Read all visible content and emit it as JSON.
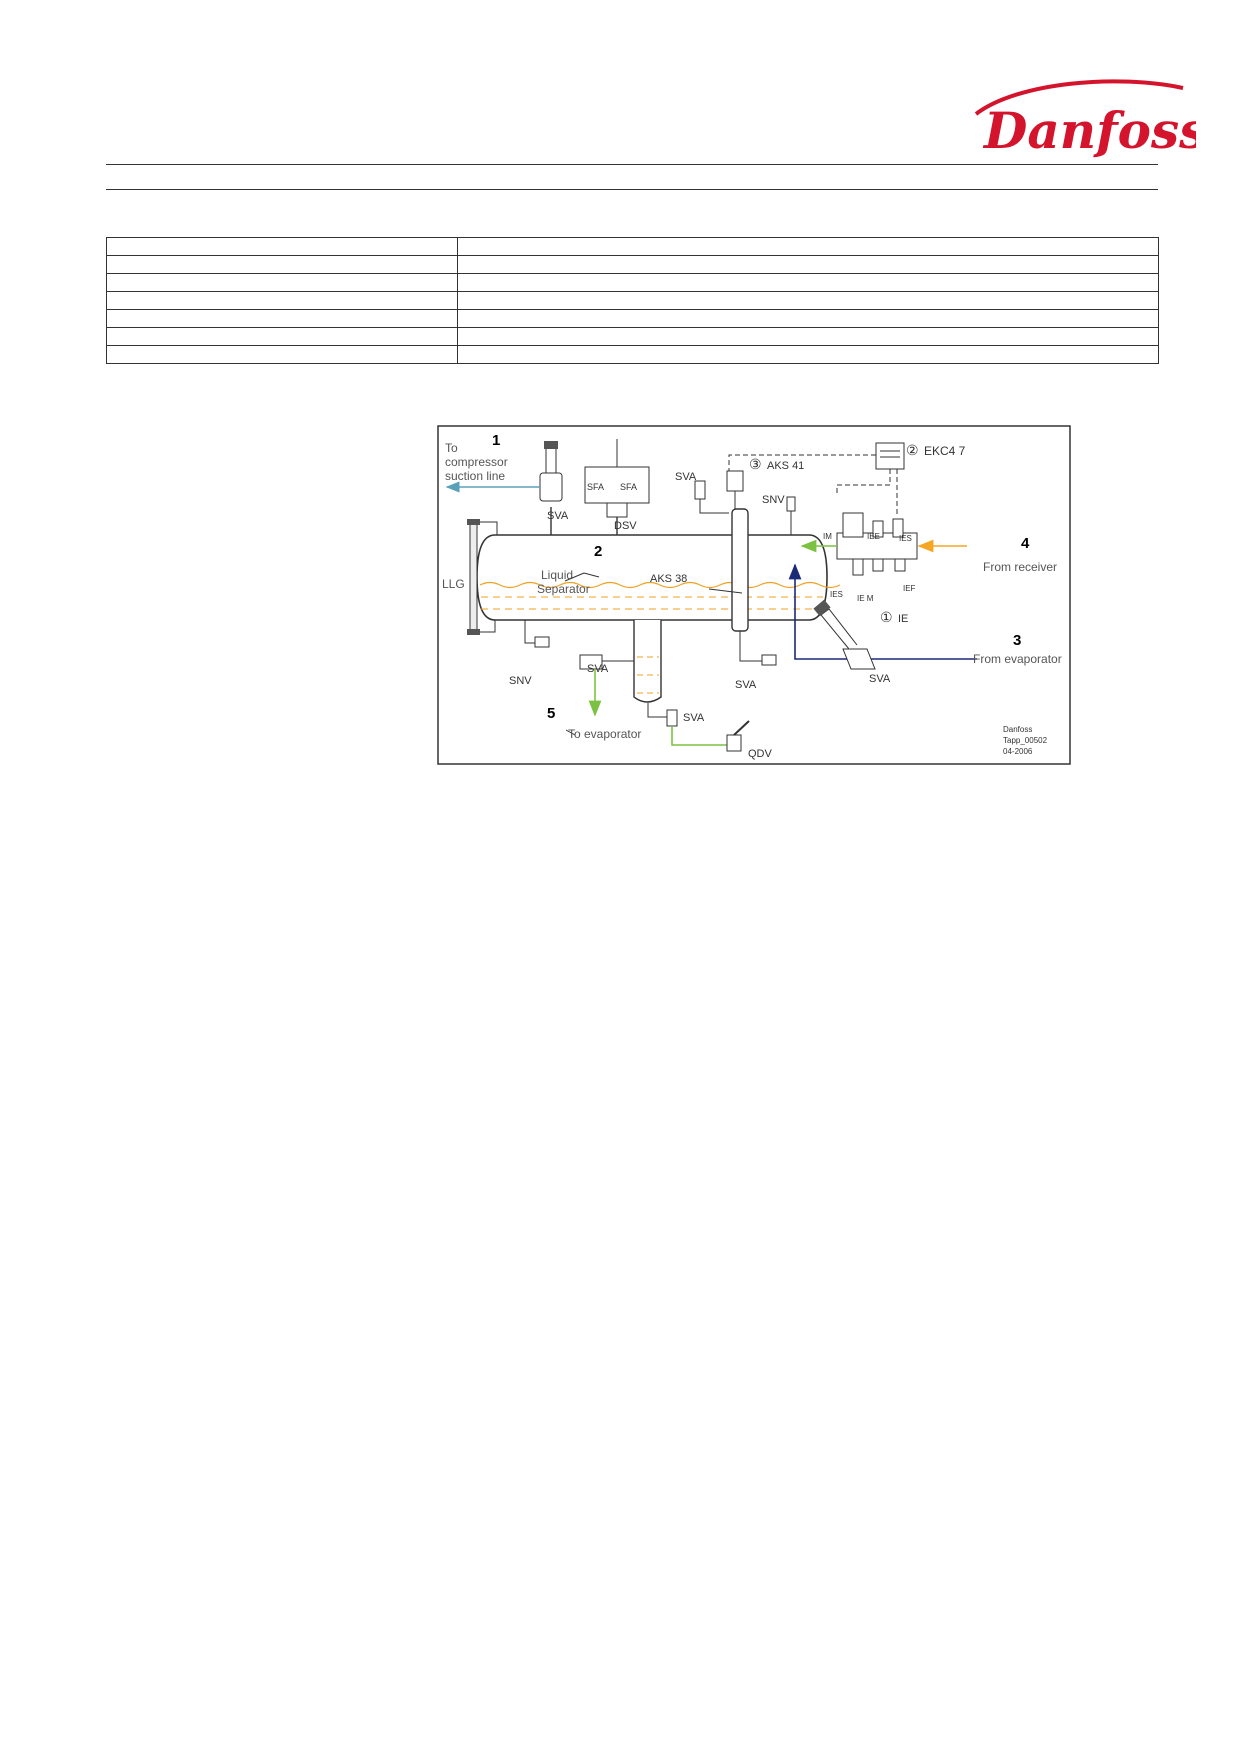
{
  "brand": {
    "logo_text": "Danfoss",
    "color": "#d4142c"
  },
  "spec_table": {
    "rows": [
      [
        "",
        ""
      ],
      [
        "",
        ""
      ],
      [
        "",
        ""
      ],
      [
        "",
        ""
      ],
      [
        "",
        ""
      ],
      [
        "",
        ""
      ],
      [
        "",
        ""
      ]
    ]
  },
  "diagram": {
    "callouts": {
      "n1": "1",
      "n2": "2",
      "n3": "3",
      "n4": "4",
      "n5": "5",
      "c1": "①",
      "c2": "②",
      "c3": "③"
    },
    "labels": {
      "to_compressor_1": "To",
      "to_compressor_2": "compressor",
      "to_compressor_3": "suction line",
      "liquid_1": "Liquid",
      "liquid_2": "Separator",
      "llg": "LLG",
      "sva_top": "SVA",
      "sfa_left": "SFA",
      "sfa_right": "SFA",
      "dsv": "DSV",
      "sva_upper": "SVA",
      "aks41": "AKS 41",
      "snv_right": "SNV",
      "ekc": "EKC4 7",
      "aks38": "AKS 38",
      "im": "IM",
      "iee": "IEE",
      "ies_top": "IES",
      "ies_left": "IES",
      "ie_m": "IE  M",
      "ief": "IEF",
      "ie": "IE",
      "from_receiver": "From receiver",
      "from_evaporator": "From evaporator",
      "sva_evap": "SVA",
      "snv_bottom": "SNV",
      "sva_drain": "SVA",
      "sva_right_bottom": "SVA",
      "sva_sump": "SVA",
      "qdv": "QDV",
      "to_evaporator": "To evaporator",
      "credit_1": "Danfoss",
      "credit_2": "Tapp_00502",
      "credit_3": "04-2006"
    },
    "colors": {
      "vessel": "#333333",
      "liquid": "#f0a020",
      "suction": "#5aa0b8",
      "evaporator": "#1a2a78",
      "receiver": "#f5a623",
      "liquid_line": "#7cc242"
    }
  }
}
